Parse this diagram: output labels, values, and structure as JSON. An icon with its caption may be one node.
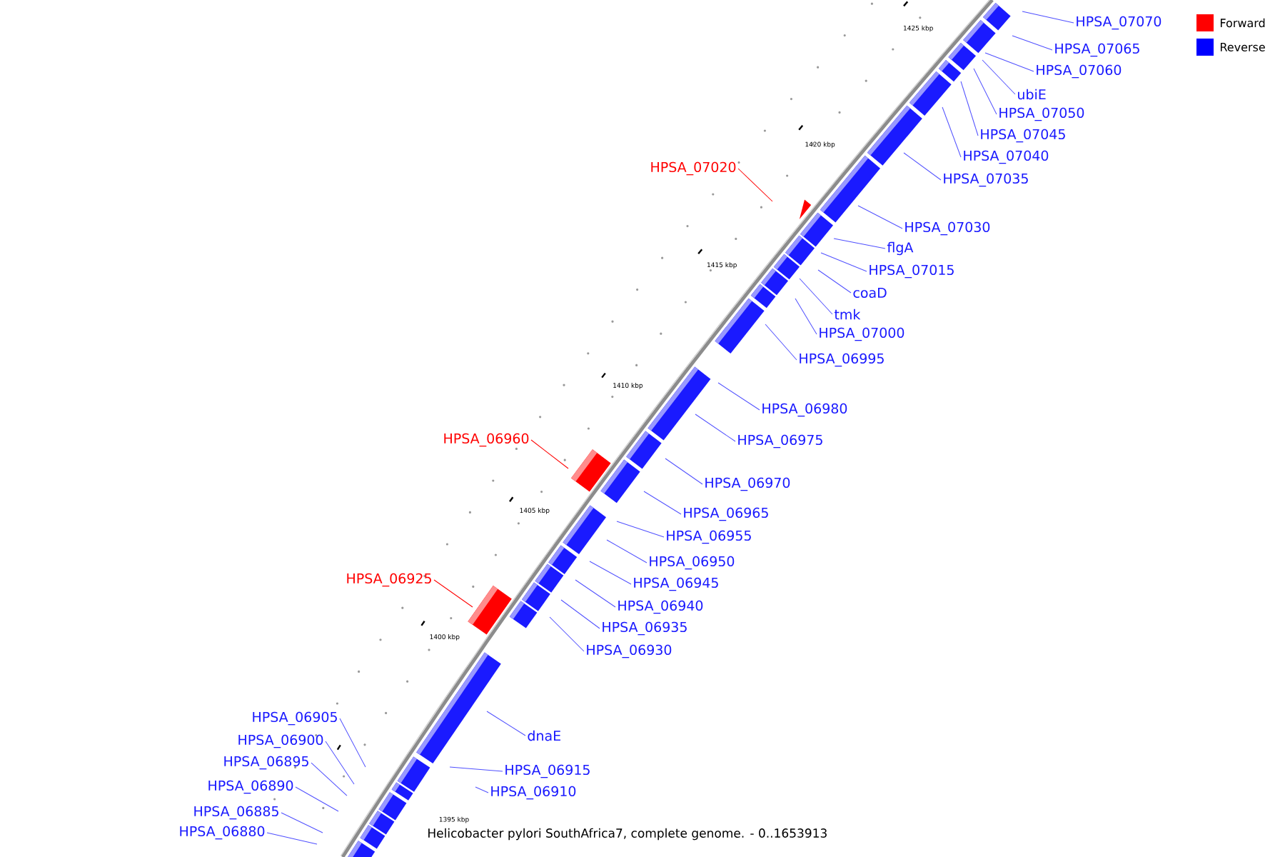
{
  "diagram": {
    "caption": "Helicobacter pylori SouthAfrica7, complete genome. - 0..1653913",
    "nodes": [
      {
        "text": [
          "HPSA_07070"
        ]
      },
      {
        "text": [
          "HPSA_07065"
        ]
      },
      {
        "text": [
          "HPSA_07060"
        ]
      },
      {
        "text": [
          "ubiE"
        ]
      },
      {
        "text": [
          "HPSA_07050"
        ]
      },
      {
        "text": [
          "HPSA_07045"
        ]
      },
      {
        "text": [
          "HPSA_07040"
        ]
      },
      {
        "text": [
          "HPSA_07020"
        ]
      },
      {
        "text": [
          "HPSA_07035"
        ]
      },
      {
        "text": [
          "HPSA_07030"
        ]
      },
      {
        "text": [
          "flgA"
        ]
      },
      {
        "text": [
          "HPSA_07015"
        ]
      },
      {
        "text": [
          "coaD"
        ]
      },
      {
        "text": [
          "tmk"
        ]
      },
      {
        "text": [
          "HPSA_07000"
        ]
      },
      {
        "text": [
          "HPSA_06995"
        ]
      },
      {
        "text": [
          "HPSA_06980"
        ]
      },
      {
        "text": [
          "HPSA_06960"
        ]
      },
      {
        "text": [
          "HPSA_06975"
        ]
      },
      {
        "text": [
          "HPSA_06970"
        ]
      },
      {
        "text": [
          "HPSA_06965"
        ]
      },
      {
        "text": [
          "HPSA_06955"
        ]
      },
      {
        "text": [
          "HPSA_06950"
        ]
      },
      {
        "text": [
          "HPSA_06925"
        ]
      },
      {
        "text": [
          "HPSA_06945"
        ]
      },
      {
        "text": [
          "HPSA_06940"
        ]
      },
      {
        "text": [
          "HPSA_06935"
        ]
      },
      {
        "text": [
          "HPSA_06930"
        ]
      },
      {
        "text": [
          "HPSA_06905"
        ]
      },
      {
        "text": [
          "dnaE"
        ]
      },
      {
        "text": [
          "HPSA_06900"
        ]
      },
      {
        "text": [
          "HPSA_06895"
        ]
      },
      {
        "text": [
          "HPSA_06915"
        ]
      },
      {
        "text": [
          "HPSA_06890"
        ]
      },
      {
        "text": [
          "HPSA_06910"
        ]
      },
      {
        "text": [
          "HPSA_06885"
        ]
      },
      {
        "text": [
          "HPSA_06880"
        ]
      }
    ],
    "edges": [
      {
        "from": 0,
        "to": null,
        "arrow": "none"
      },
      {
        "from": 1,
        "to": null,
        "arrow": "none"
      },
      {
        "from": 2,
        "to": null,
        "arrow": "none"
      },
      {
        "from": 3,
        "to": null,
        "arrow": "none"
      },
      {
        "from": 4,
        "to": null,
        "arrow": "none"
      },
      {
        "from": 5,
        "to": null,
        "arrow": "none"
      },
      {
        "from": 6,
        "to": null,
        "arrow": "none"
      },
      {
        "from": 7,
        "to": null,
        "arrow": "none",
        "color": "#ff0000"
      },
      {
        "from": 8,
        "to": null,
        "arrow": "none"
      },
      {
        "from": 9,
        "to": null,
        "arrow": "none"
      },
      {
        "from": 10,
        "to": null,
        "arrow": "none"
      },
      {
        "from": 11,
        "to": null,
        "arrow": "none"
      },
      {
        "from": 12,
        "to": null,
        "arrow": "none"
      },
      {
        "from": 13,
        "to": null,
        "arrow": "none"
      },
      {
        "from": 14,
        "to": null,
        "arrow": "none"
      },
      {
        "from": 15,
        "to": null,
        "arrow": "none"
      },
      {
        "from": 16,
        "to": null,
        "arrow": "none"
      },
      {
        "from": 17,
        "to": null,
        "arrow": "none",
        "color": "#ff0000"
      },
      {
        "from": 18,
        "to": null,
        "arrow": "none"
      },
      {
        "from": 19,
        "to": null,
        "arrow": "none"
      },
      {
        "from": 20,
        "to": null,
        "arrow": "none"
      },
      {
        "from": 21,
        "to": null,
        "arrow": "none"
      },
      {
        "from": 22,
        "to": null,
        "arrow": "none"
      },
      {
        "from": 23,
        "to": null,
        "arrow": "none",
        "color": "#ff0000"
      },
      {
        "from": 24,
        "to": null,
        "arrow": "none"
      },
      {
        "from": 25,
        "to": null,
        "arrow": "none"
      },
      {
        "from": 26,
        "to": null,
        "arrow": "none"
      },
      {
        "from": 27,
        "to": null,
        "arrow": "none"
      },
      {
        "from": 28,
        "to": null,
        "arrow": "none"
      },
      {
        "from": 29,
        "to": null,
        "arrow": "none"
      },
      {
        "from": 30,
        "to": null,
        "arrow": "none"
      },
      {
        "from": 31,
        "to": null,
        "arrow": "none"
      },
      {
        "from": 32,
        "to": null,
        "arrow": "none"
      },
      {
        "from": 33,
        "to": null,
        "arrow": "none"
      },
      {
        "from": 34,
        "to": null,
        "arrow": "none"
      },
      {
        "from": 35,
        "to": null,
        "arrow": "none"
      },
      {
        "from": 36,
        "to": null,
        "arrow": "none"
      }
    ],
    "labels": [
      "1425 kbp",
      "1420 kbp",
      "1415 kbp",
      "1410 kbp",
      "1405 kbp",
      "1400 kbp",
      "1395 kbp"
    ],
    "legend": [
      {
        "text": "Forward",
        "color": "#ff0000"
      },
      {
        "text": "Reverse",
        "color": "#0000ff"
      }
    ]
  }
}
